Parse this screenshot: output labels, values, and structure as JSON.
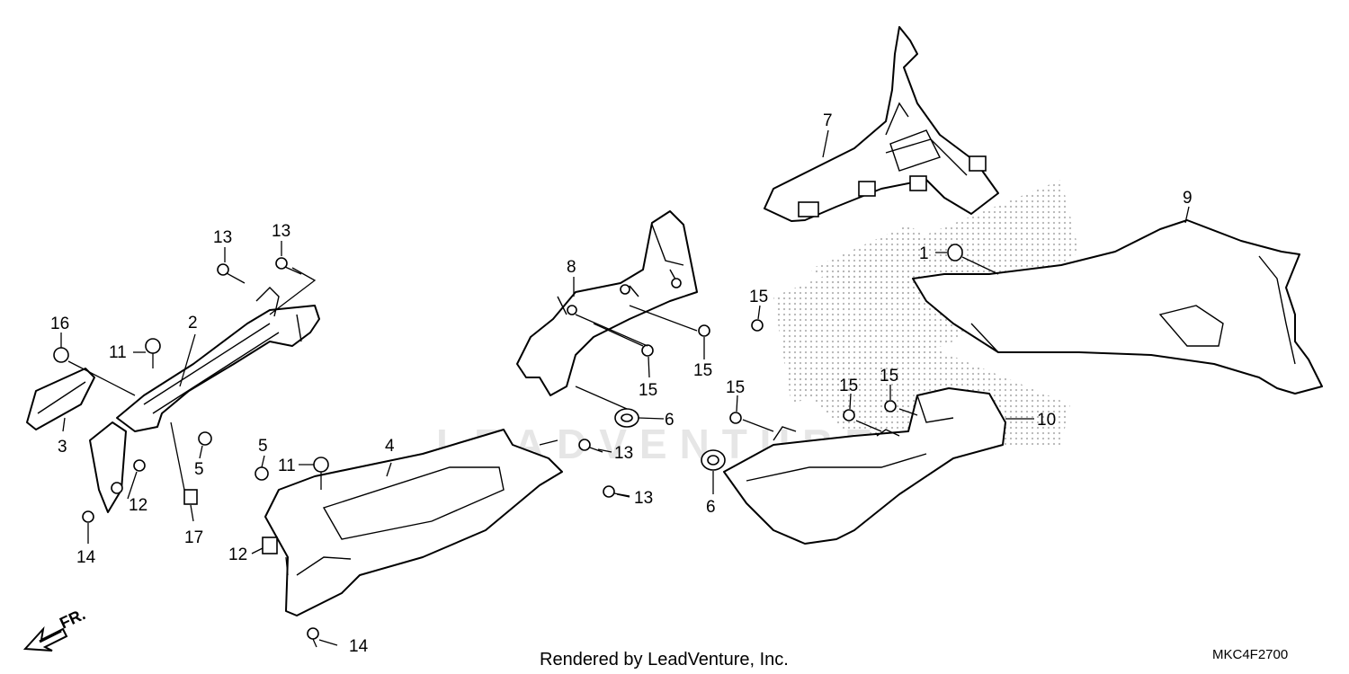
{
  "diagram": {
    "callouts": {
      "c1": "1",
      "c2": "2",
      "c3": "3",
      "c4": "4",
      "c5a": "5",
      "c5b": "5",
      "c6a": "6",
      "c6b": "6",
      "c7": "7",
      "c8": "8",
      "c9": "9",
      "c10": "10",
      "c11a": "11",
      "c11b": "11",
      "c12a": "12",
      "c12b": "12",
      "c13a": "13",
      "c13b": "13",
      "c13c": "13",
      "c13d": "13",
      "c14a": "14",
      "c14b": "14",
      "c15a": "15",
      "c15b": "15",
      "c15c": "15",
      "c15d": "15",
      "c15e": "15",
      "c15f": "15",
      "c16": "16",
      "c17": "17"
    },
    "direction_label": "FR.",
    "watermark": "LEADVENTURE",
    "credit": "Rendered by LeadVenture, Inc.",
    "diagram_code": "MKC4F2700"
  }
}
